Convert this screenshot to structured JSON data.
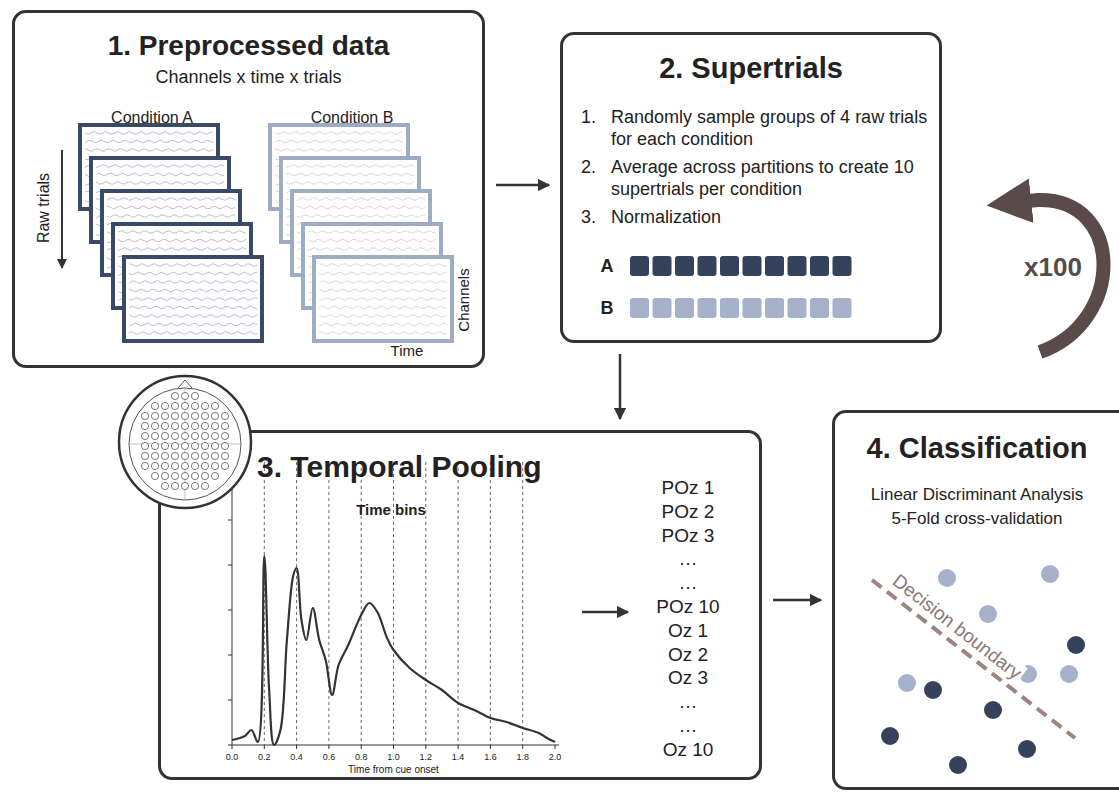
{
  "diagram": {
    "nodes": [
      {
        "text": [
          "1. Preprocessed data",
          "Channels x time x trials"
        ]
      },
      {
        "text": [
          "2. Supertrials",
          "1.",
          "Randomly sample groups of 4 raw trials for each condition",
          "2.",
          "Average across partitions to create 10 supertrials per condition",
          "3.",
          "Normalization"
        ]
      },
      {
        "text": [
          "3. Temporal Pooling",
          "Time bins"
        ]
      },
      {
        "text": [
          "4. Classification",
          "Linear Discriminant Analysis",
          "5-Fold cross-validation"
        ]
      }
    ],
    "edges": [
      {
        "from": 0,
        "to": 1,
        "arrow": "to"
      },
      {
        "from": 1,
        "to": 2,
        "arrow": "to"
      },
      {
        "from": 2,
        "to": 3,
        "arrow": "to"
      }
    ],
    "labels": [
      "Condition A",
      "Condition B",
      "Raw trials",
      "Channels",
      "Time",
      "A",
      "B",
      "x100",
      "POz",
      "0.0",
      "0.2",
      "0.4",
      "0.6",
      "0.8",
      "1.0",
      "1.2",
      "1.4",
      "1.6",
      "1.8",
      "2.0",
      "Time from cue onset",
      "POz 1",
      "POz 2",
      "POz 3",
      "…",
      "…",
      "POz 10",
      "Oz 1",
      "Oz 2",
      "Oz 3",
      "…",
      "…",
      "Oz 10",
      "Decision boundary"
    ]
  }
}
